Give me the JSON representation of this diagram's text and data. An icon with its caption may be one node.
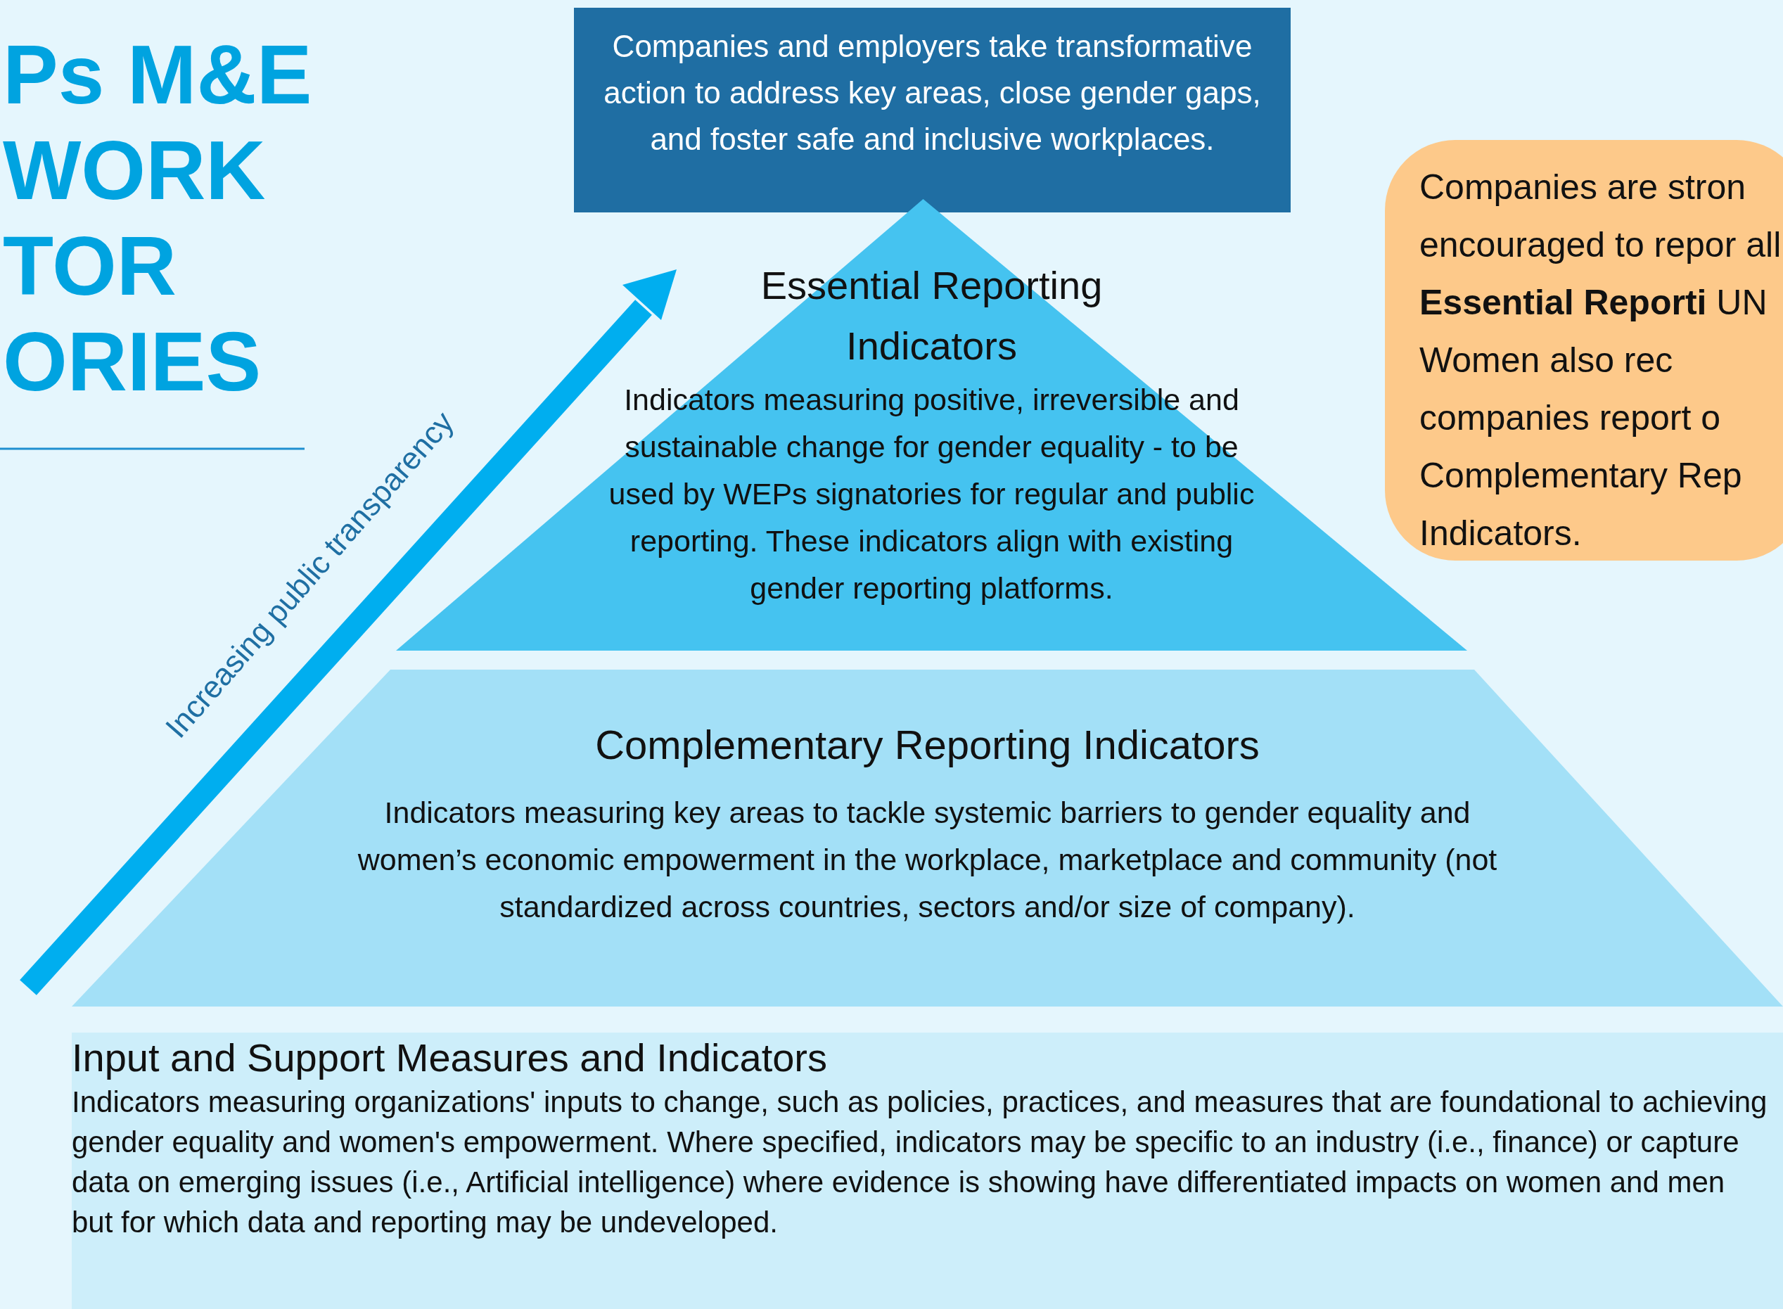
{
  "diagram": {
    "title": "Ps M&E WORK TOR ORIES",
    "nodes": [
      {
        "text": [
          "Companies and employers take transformative action to address key areas, close gender gaps, and foster safe and inclusive workplaces."
        ]
      },
      {
        "text": [
          "Essential Reporting Indicators",
          "Indicators measuring positive, irreversible and sustainable change for gender equality - to be used by WEPs signatories for regular and public reporting. These indicators align with existing gender reporting platforms."
        ]
      },
      {
        "text": [
          "Complementary Reporting Indicators",
          "Indicators measuring key areas to tackle systemic barriers to gender equality and women’s economic empowerment in the workplace, marketplace and community (not standardized across countries, sectors and/or size of company)."
        ]
      },
      {
        "text": [
          "Input and Support Measures and Indicators",
          "Indicators measuring organizations' inputs to change, such as policies, practices, and measures that are foundational to achieving gender equality and women's empowerment. Where specified, indicators may be specific to an industry (i.e., finance) or capture data on emerging issues (i.e., Artificial intelligence) where evidence is showing have differentiated impacts on women and men but for which data and reporting may be undeveloped."
        ]
      },
      {
        "text": [
          "Companies are stron encouraged to repor all **Essential Reporti** UN Women also rec companies report o Complementary Rep Indicators."
        ]
      }
    ],
    "labels": [
      "Increasing public transparency"
    ]
  }
}
